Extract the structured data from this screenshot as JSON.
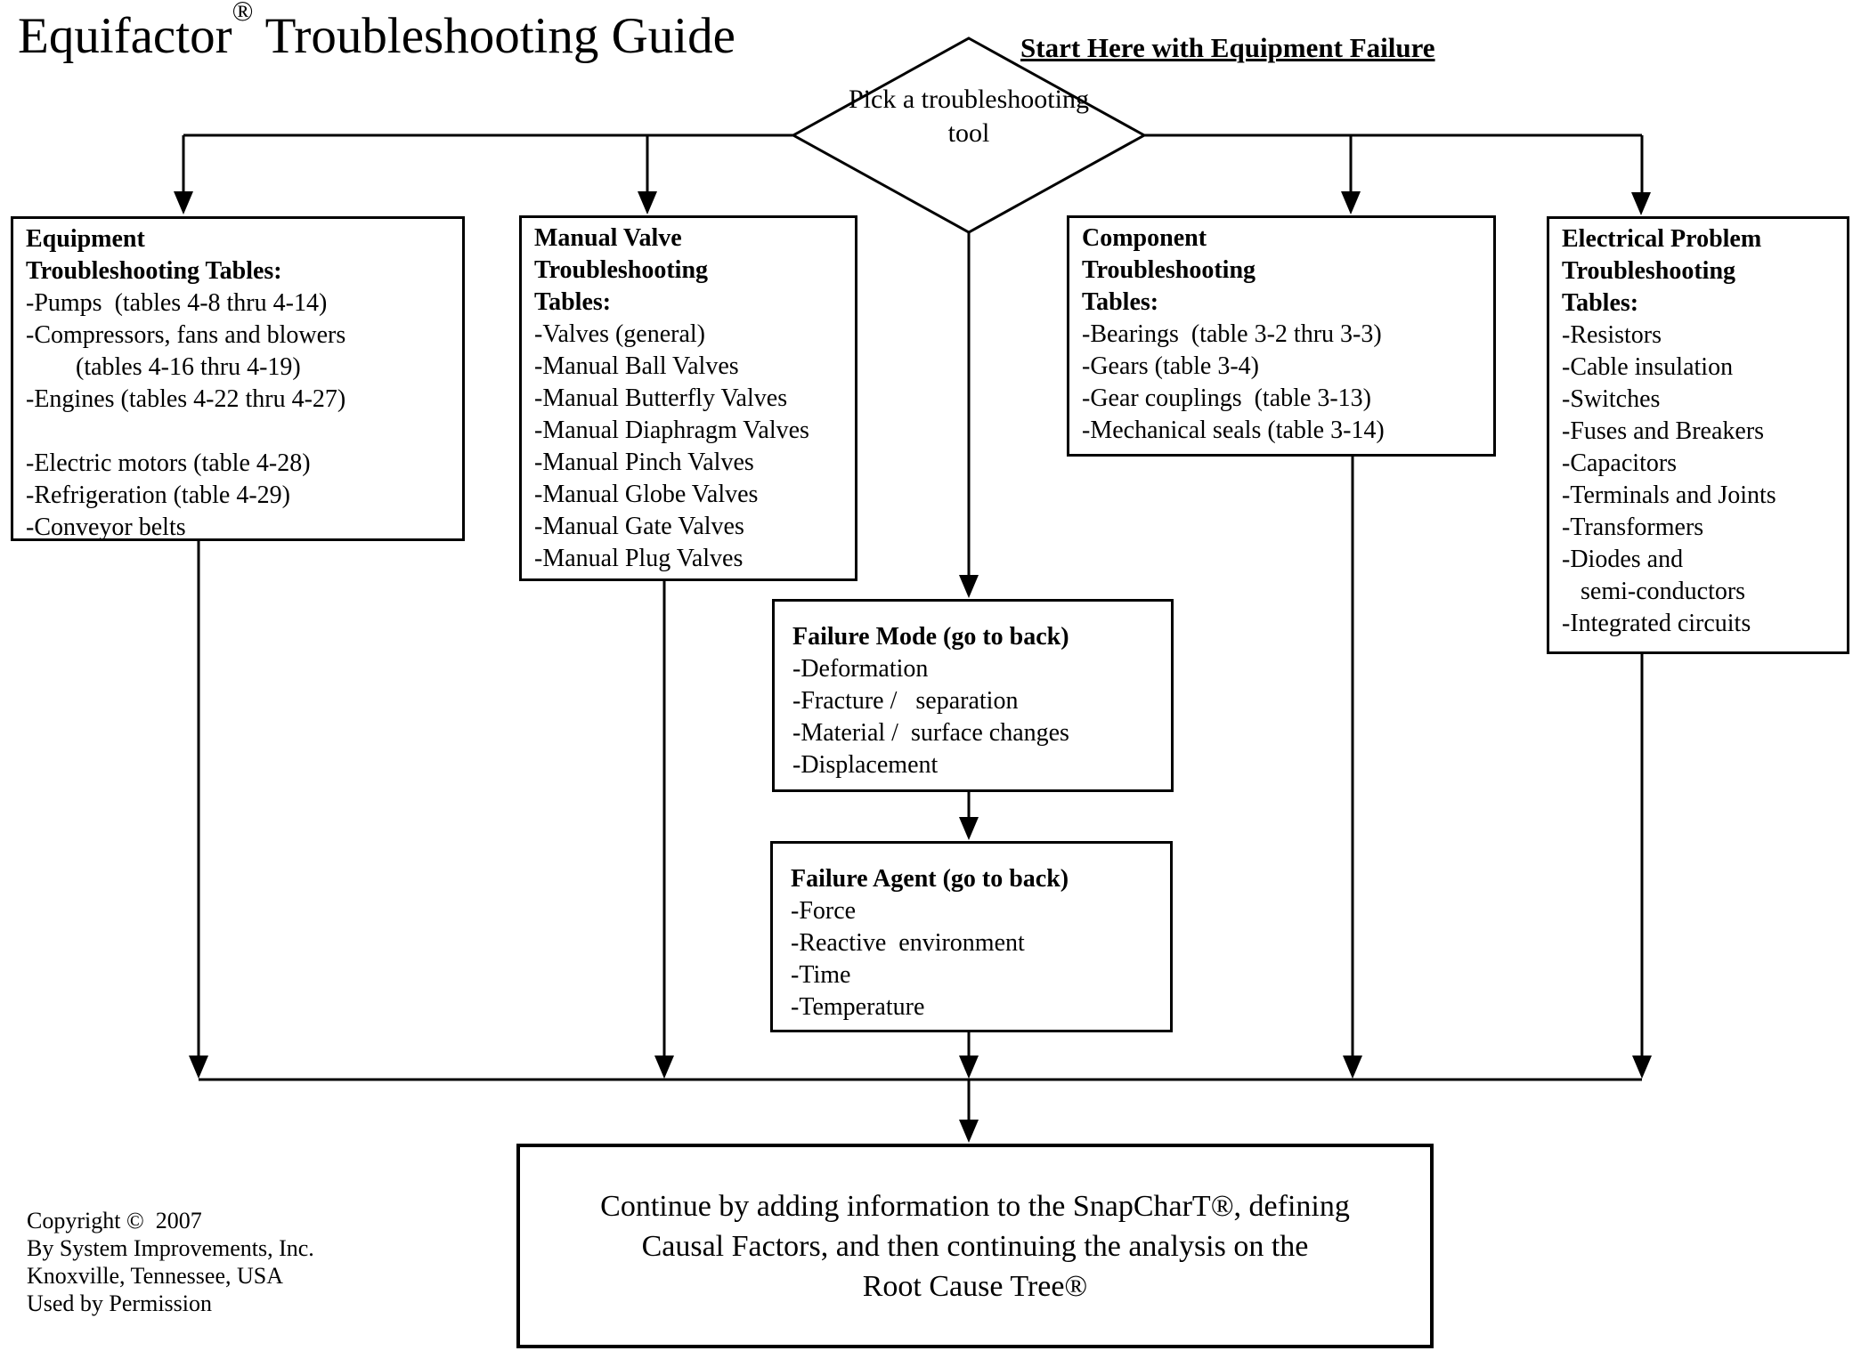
{
  "page": {
    "background": "#ffffff",
    "line_color": "#000000"
  },
  "title": {
    "brand": "Equifactor",
    "registered": "®",
    "rest": " Troubleshooting Guide"
  },
  "start_here": {
    "label": "Start Here with Equipment Failure"
  },
  "decision": {
    "label": "Pick a troubleshooting tool"
  },
  "boxes": {
    "equipment": {
      "title_lines": [
        "Equipment",
        "Troubleshooting Tables:"
      ],
      "items": [
        "-Pumps  (tables 4-8 thru 4-14)",
        "-Compressors, fans and blowers",
        "        (tables 4-16 thru 4-19)",
        "-Engines (tables 4-22 thru 4-27)",
        "",
        "-Electric motors (table 4-28)",
        "-Refrigeration (table 4-29)",
        "-Conveyor belts"
      ]
    },
    "manual_valve": {
      "title_lines": [
        "Manual Valve",
        "Troubleshooting",
        "Tables:"
      ],
      "items": [
        "-Valves (general)",
        "-Manual Ball Valves",
        "-Manual Butterfly Valves",
        "-Manual Diaphragm Valves",
        "-Manual Pinch Valves",
        "-Manual Globe Valves",
        "-Manual Gate Valves",
        "-Manual Plug Valves"
      ]
    },
    "component": {
      "title_lines": [
        "Component",
        "Troubleshooting",
        "Tables:"
      ],
      "items": [
        "-Bearings  (table 3-2 thru 3-3)",
        "-Gears (table 3-4)",
        "-Gear couplings  (table 3-13)",
        "-Mechanical seals (table 3-14)"
      ]
    },
    "electrical": {
      "title_lines": [
        "Electrical Problem",
        "Troubleshooting",
        "Tables:"
      ],
      "items": [
        "-Resistors",
        "-Cable insulation",
        "-Switches",
        "-Fuses and Breakers",
        "-Capacitors",
        "-Terminals and Joints",
        "-Transformers",
        "-Diodes and",
        "   semi-conductors",
        "-Integrated circuits"
      ]
    },
    "failure_mode": {
      "title": "Failure Mode (go to back)",
      "items": [
        "-Deformation",
        "-Fracture /   separation",
        "-Material /  surface changes",
        "-Displacement"
      ]
    },
    "failure_agent": {
      "title": "Failure Agent (go to back)",
      "items": [
        "-Force",
        "-Reactive  environment",
        "-Time",
        "-Temperature"
      ]
    },
    "continue": {
      "lines": [
        "Continue by adding information to the SnapCharT®, defining",
        "Causal Factors, and then continuing the analysis on the",
        "Root Cause Tree®"
      ]
    }
  },
  "copyright": {
    "lines": [
      "Copyright ©  2007",
      "By System Improvements, Inc.",
      "Knoxville, Tennessee, USA",
      "Used by Permission"
    ]
  }
}
